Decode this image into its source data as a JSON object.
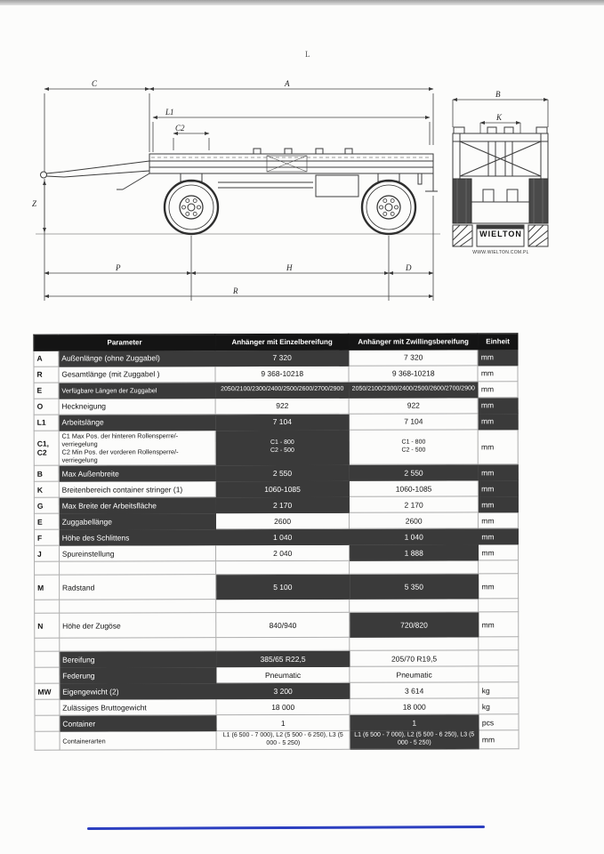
{
  "drawing": {
    "labels": {
      "c": "C",
      "a": "A",
      "l1": "L1",
      "c2": "C2",
      "z": "Z",
      "p": "P",
      "h": "H",
      "d": "D",
      "r": "R",
      "b": "B",
      "k": "K"
    },
    "brand": "WIELTON",
    "brand_url": "WWW.WIELTON.COM.PL",
    "scan_artifact": "L"
  },
  "annotation": {
    "color": "#2c3fc0"
  },
  "table": {
    "headers": {
      "parameter": "Parameter",
      "single": "Anhänger mit Einzelbereifung",
      "twin": "Anhänger mit Zwillingsbereifung",
      "unit": "Einheit"
    },
    "rows": [
      {
        "code": "A",
        "parameter": "Außenlänge (ohne Zuggabel)",
        "single": "7 320",
        "twin": "7 320",
        "unit": "mm",
        "shade": [
          0,
          1,
          1,
          0,
          1
        ]
      },
      {
        "code": "R",
        "parameter": "Gesamtlänge (mit Zuggabel )",
        "single": "9 368-10218",
        "twin": "9 368-10218",
        "unit": "mm",
        "shade": [
          0,
          0,
          0,
          0,
          0
        ]
      },
      {
        "code": "E",
        "parameter": "Verfügbare Längen der Zuggabel",
        "single": "2050/2100/2300/2400/2500/2600/2700/2900",
        "twin": "2050/2100/2300/2400/2500/2600/2700/2900",
        "unit": "mm",
        "shade": [
          0,
          1,
          1,
          1,
          0
        ],
        "small": true
      },
      {
        "code": "O",
        "parameter": "Heckneigung",
        "single": "922",
        "twin": "922",
        "unit": "mm",
        "shade": [
          0,
          0,
          0,
          0,
          1
        ]
      },
      {
        "code": "L1",
        "parameter": "Arbeitslänge",
        "single": "7 104",
        "twin": "7 104",
        "unit": "mm",
        "shade": [
          0,
          1,
          1,
          0,
          1
        ]
      },
      {
        "code": "C1,\nC2",
        "parameter": "C1 Max Pos. der hinteren Rollensperre/-verriegelung\nC2 Min Pos. der vorderen Rollensperre/-verriegelung",
        "single": "C1 - 800\nC2 - 500",
        "twin": "C1 - 800\nC2 - 500",
        "unit": "mm",
        "shade": [
          0,
          0,
          1,
          0,
          0
        ],
        "small": true
      },
      {
        "code": "B",
        "parameter": "Max Außenbreite",
        "single": "2 550",
        "twin": "2 550",
        "unit": "mm",
        "shade": [
          0,
          1,
          1,
          1,
          1
        ]
      },
      {
        "code": "K",
        "parameter": "Breitenbereich container stringer (1)",
        "single": "1060-1085",
        "twin": "1060-1085",
        "unit": "mm",
        "shade": [
          0,
          0,
          1,
          0,
          1
        ]
      },
      {
        "code": "G",
        "parameter": "Max Breite der Arbeitsfläche",
        "single": "2 170",
        "twin": "2 170",
        "unit": "mm",
        "shade": [
          0,
          1,
          1,
          0,
          1
        ]
      },
      {
        "code": "E",
        "parameter": "Zuggabellänge",
        "single": "2600",
        "twin": "2600",
        "unit": "mm",
        "shade": [
          0,
          1,
          0,
          0,
          0
        ]
      },
      {
        "code": "F",
        "parameter": "Höhe des Schlittens",
        "single": "1 040",
        "twin": "1 040",
        "unit": "mm",
        "shade": [
          0,
          1,
          1,
          1,
          1
        ]
      },
      {
        "code": "J",
        "parameter": "Spureinstellung",
        "single": "2 040",
        "twin": "1 888",
        "unit": "mm",
        "shade": [
          0,
          0,
          0,
          1,
          0
        ]
      },
      {
        "spacer": true
      },
      {
        "code": "M",
        "parameter": "Radstand",
        "single": "5 100",
        "twin": "5 350",
        "unit": "mm",
        "shade": [
          0,
          0,
          1,
          1,
          0
        ],
        "tall": true
      },
      {
        "spacer": true
      },
      {
        "code": "N",
        "parameter": "Höhe der Zugöse",
        "single": "840/940",
        "twin": "720/820",
        "unit": "mm",
        "shade": [
          0,
          0,
          0,
          1,
          0
        ],
        "tall": true
      },
      {
        "spacer": true
      },
      {
        "code": "",
        "parameter": "Bereifung",
        "single": "385/65 R22,5",
        "twin": "205/70 R19,5",
        "unit": "",
        "shade": [
          0,
          1,
          1,
          0,
          0
        ]
      },
      {
        "code": "",
        "parameter": "Federung",
        "single": "Pneumatic",
        "twin": "Pneumatic",
        "unit": "",
        "shade": [
          0,
          1,
          0,
          0,
          0
        ]
      },
      {
        "code": "MW",
        "parameter": "Eigengewicht (2)",
        "single": "3 200",
        "twin": "3 614",
        "unit": "kg",
        "shade": [
          0,
          1,
          1,
          0,
          0
        ]
      },
      {
        "code": "",
        "parameter": "Zulässiges Bruttogewicht",
        "single": "18 000",
        "twin": "18 000",
        "unit": "kg",
        "shade": [
          0,
          0,
          0,
          0,
          0
        ]
      },
      {
        "code": "",
        "parameter": "Container",
        "single": "1",
        "twin": "1",
        "unit": "pcs",
        "shade": [
          0,
          1,
          0,
          1,
          0
        ]
      },
      {
        "code": "",
        "parameter": "Containerarten",
        "single": "L1 (6 500 - 7 000), L2 (5 500 - 6 250), L3 (5 000 - 5 250)",
        "twin": "L1 (6 500 - 7 000), L2 (5 500 - 6 250), L3 (5 000 - 5 250)",
        "unit": "mm",
        "shade": [
          0,
          0,
          0,
          1,
          0
        ],
        "small": true
      }
    ]
  }
}
